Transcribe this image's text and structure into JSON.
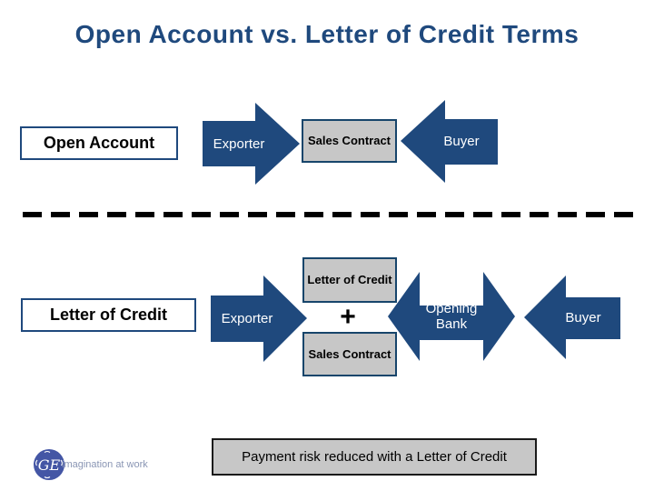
{
  "title": "Open Account vs. Letter of Credit Terms",
  "row1": {
    "label": "Open Account",
    "exporter_label": "Exporter",
    "sales_contract": "Sales Contract",
    "buyer_label": "Buyer"
  },
  "row2": {
    "label": "Letter of Credit",
    "exporter_label": "Exporter",
    "letter_of_credit": "Letter of Credit",
    "plus": "+",
    "sales_contract": "Sales Contract",
    "opening_bank": "Opening Bank",
    "buyer_label": "Buyer"
  },
  "footer": {
    "logo_monogram": "GE",
    "tagline": "imagination at work",
    "caption": "Payment risk reduced with a Letter of Credit"
  },
  "colors": {
    "navy": "#1F497D",
    "grey_fill": "#C7C7C7",
    "title_text": "#1F497D",
    "logo_blue": "#4456A5",
    "tagline_grey": "#8A96B4"
  }
}
